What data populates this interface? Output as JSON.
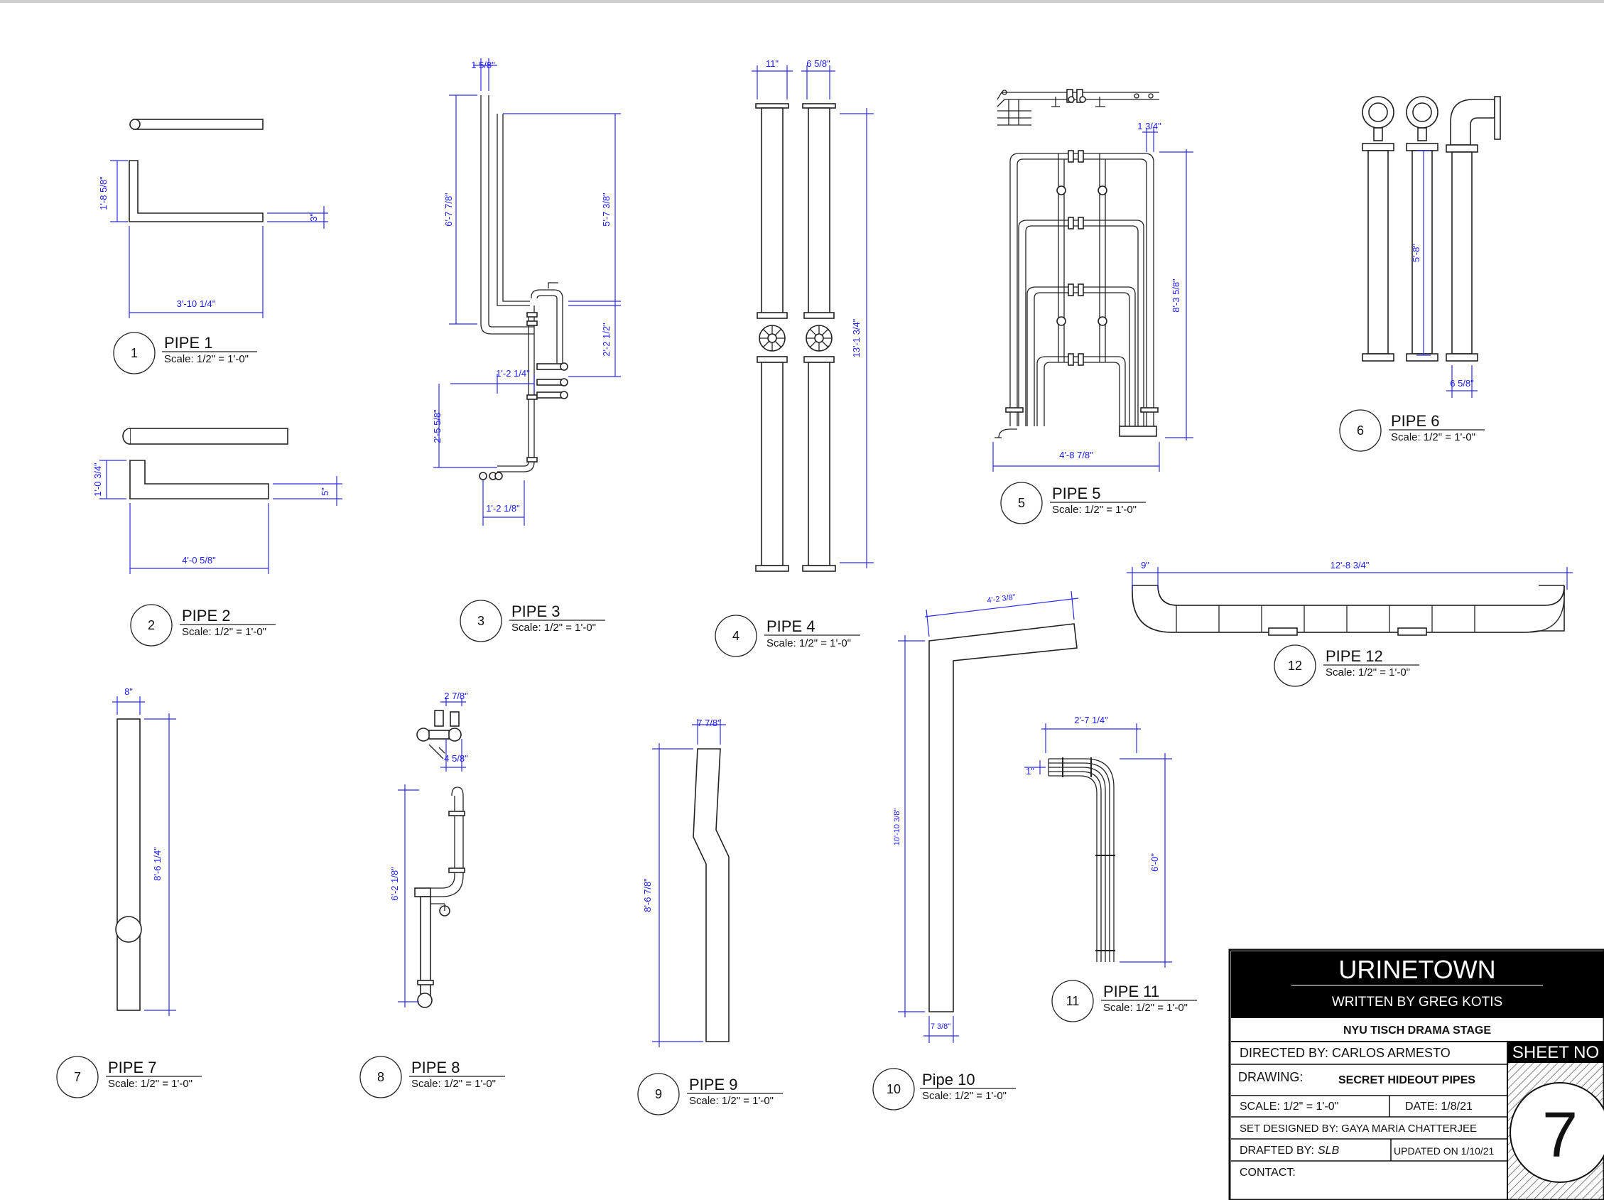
{
  "pipes": [
    {
      "number": "1",
      "title": "PIPE 1",
      "scale": "Scale: 1/2\" = 1'-0\""
    },
    {
      "number": "2",
      "title": "PIPE 2",
      "scale": "Scale: 1/2\" = 1'-0\""
    },
    {
      "number": "3",
      "title": "PIPE 3",
      "scale": "Scale: 1/2\" = 1'-0\""
    },
    {
      "number": "4",
      "title": "PIPE 4",
      "scale": "Scale: 1/2\" = 1'-0\""
    },
    {
      "number": "5",
      "title": "PIPE 5",
      "scale": "Scale: 1/2\" = 1'-0\""
    },
    {
      "number": "6",
      "title": "PIPE 6",
      "scale": "Scale: 1/2\" = 1'-0\""
    },
    {
      "number": "7",
      "title": "PIPE 7",
      "scale": "Scale: 1/2\" = 1'-0\""
    },
    {
      "number": "8",
      "title": "PIPE 8",
      "scale": "Scale: 1/2\" = 1'-0\""
    },
    {
      "number": "9",
      "title": "PIPE 9",
      "scale": "Scale: 1/2\" = 1'-0\""
    },
    {
      "number": "10",
      "title": "Pipe 10",
      "scale": "Scale: 1/2\" = 1'-0\""
    },
    {
      "number": "11",
      "title": "PIPE 11",
      "scale": "Scale: 1/2\" = 1'-0\""
    },
    {
      "number": "12",
      "title": "PIPE 12",
      "scale": "Scale: 1/2\" = 1'-0\""
    }
  ],
  "dims": {
    "p1_h": "1'-8 5/8\"",
    "p1_w": "3'-10 1/4\"",
    "p1_t": "3\"",
    "p2_h": "1'-0 3/4\"",
    "p2_w": "4'-0 5/8\"",
    "p2_t": "5\"",
    "p3_top": "1 5/8\"",
    "p3_left": "6'-7 7/8\"",
    "p3_right": "5'-7 3/8\"",
    "p3_mid": "2'-2 1/2\"",
    "p3_w1": "1'-2 1/4\"",
    "p3_low": "2'-5 5/8\"",
    "p3_w2": "1'-2 1/8\"",
    "p4_w1": "11\"",
    "p4_w2": "6 5/8\"",
    "p4_h": "13'-1 3/4\"",
    "p5_t": "1 3/4\"",
    "p5_h": "8'-3 5/8\"",
    "p5_w": "4'-8 7/8\"",
    "p6_h": "5'-8\"",
    "p6_w": "6 5/8\"",
    "p7_w": "8\"",
    "p7_h": "8'-6 1/4\"",
    "p8_w1": "2 7/8\"",
    "p8_w2": "4 5/8\"",
    "p8_h": "6'-2 1/8\"",
    "p9_w": "7 7/8\"",
    "p9_h": "8'-6 7/8\"",
    "p10_top": "4'-2 3/8\"",
    "p10_h": "10'-10 3/8\"",
    "p10_w": "7 3/8\"",
    "p11_w": "2'-7 1/4\"",
    "p11_t": "1\"",
    "p11_h": "6'-0\"",
    "p12_l": "9\"",
    "p12_w": "12'-8 3/4\""
  },
  "title_block": {
    "show": "URINETOWN",
    "writer": "WRITTEN BY GREG KOTIS",
    "venue": "NYU TISCH DRAMA STAGE",
    "directed": "DIRECTED BY: CARLOS ARMESTO",
    "sheet_label": "SHEET NO",
    "drawing_label": "DRAWING:",
    "drawing": "SECRET HIDEOUT PIPES",
    "scale": "SCALE:  1/2\" = 1'-0\"",
    "date": "DATE: 1/8/21",
    "designer": "SET DESIGNED BY: GAYA MARIA CHATTERJEE",
    "drafted_label": "DRAFTED BY:",
    "drafted": "SLB",
    "updated": "UPDATED ON 1/10/21",
    "contact": "CONTACT:",
    "sheet_number": "7"
  }
}
